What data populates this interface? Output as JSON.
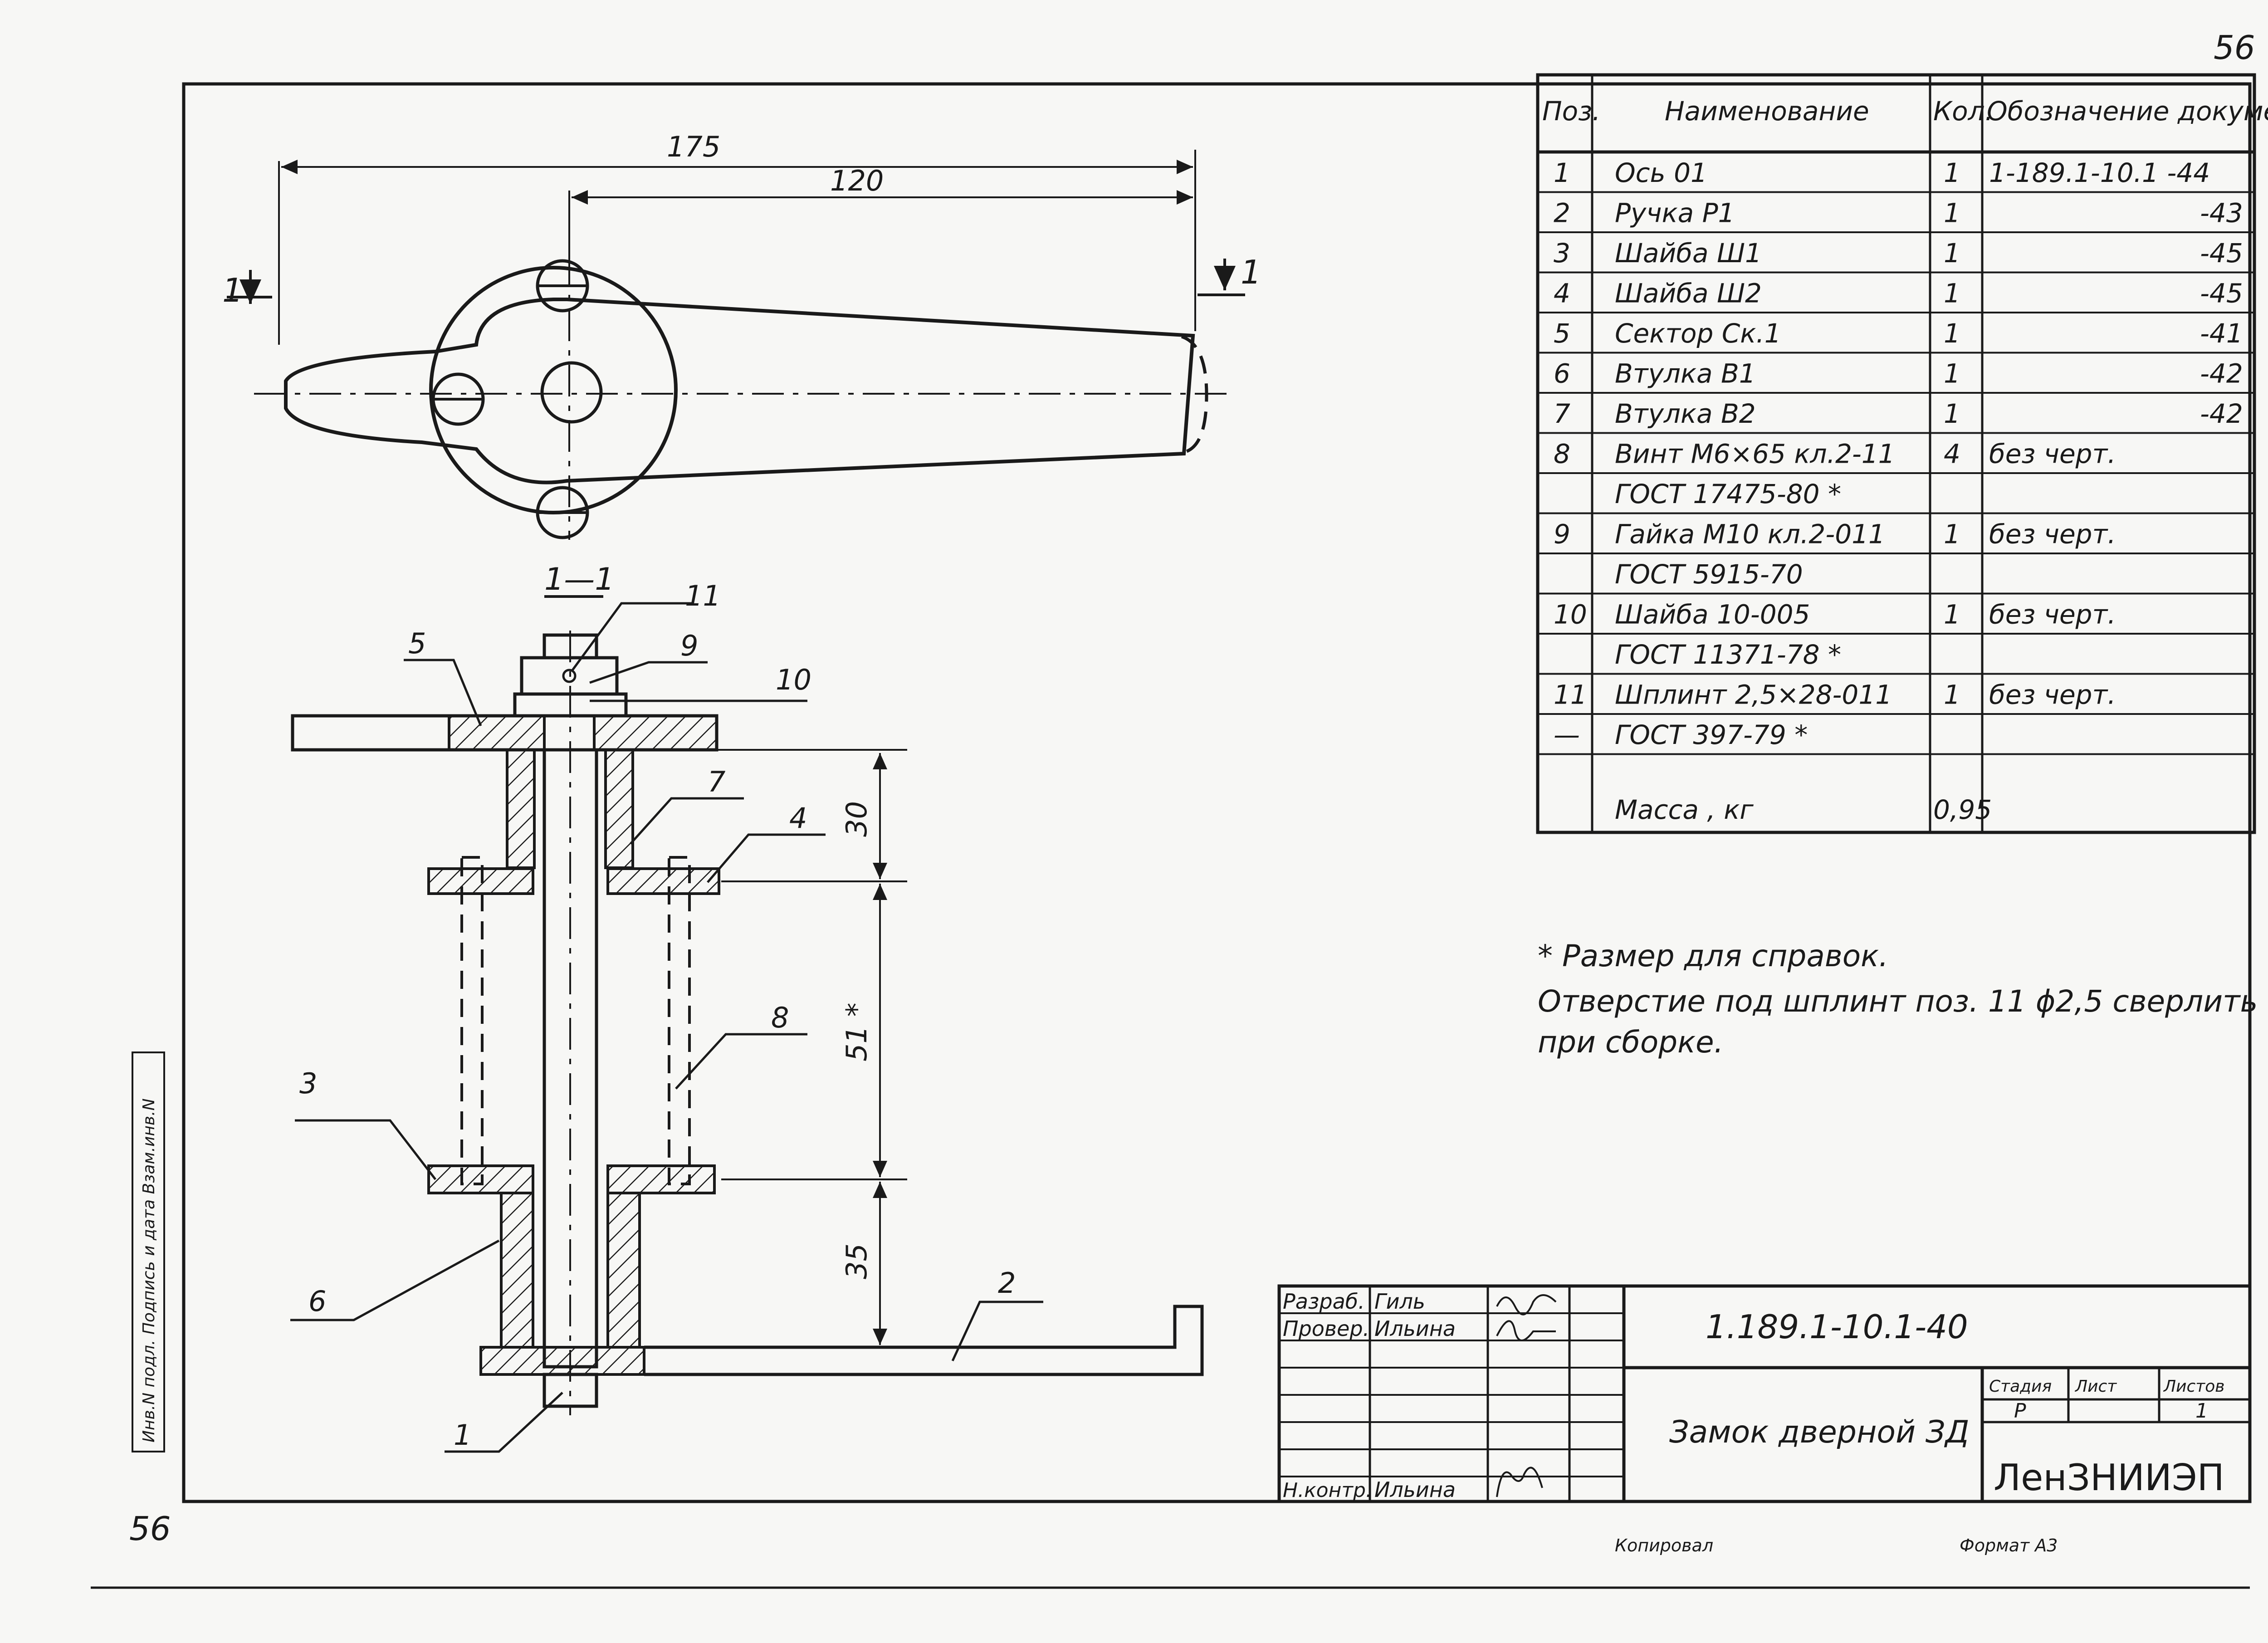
{
  "sheet": {
    "page_number_top": "56",
    "page_number_bottom": "56",
    "binding_strip": "Инв.N подл. Подпись и дата Взам.инв.N",
    "footer_left": "Копировал",
    "footer_right": "Формат А3"
  },
  "drawing": {
    "dim_175": "175",
    "dim_120": "120",
    "dim_30": "30",
    "dim_51": "51 *",
    "dim_35": "35",
    "section_mark_left": "1",
    "section_mark_right": "1",
    "section_title": "1—1",
    "callouts": [
      "1",
      "2",
      "3",
      "4",
      "5",
      "6",
      "7",
      "8",
      "9",
      "10",
      "11"
    ]
  },
  "spec_table": {
    "headers": [
      "Поз.",
      "Наименование",
      "Кол.",
      "Обозначение документа"
    ],
    "rows": [
      {
        "pos": "1",
        "name": "Ось 01",
        "qty": "1",
        "doc": "1-189.1-10.1 -44"
      },
      {
        "pos": "2",
        "name": "Ручка Р1",
        "qty": "1",
        "doc": "-43"
      },
      {
        "pos": "3",
        "name": "Шайба Ш1",
        "qty": "1",
        "doc": "-45"
      },
      {
        "pos": "4",
        "name": "Шайба Ш2",
        "qty": "1",
        "doc": "-45"
      },
      {
        "pos": "5",
        "name": "Сектор Ск.1",
        "qty": "1",
        "doc": "-41"
      },
      {
        "pos": "6",
        "name": "Втулка В1",
        "qty": "1",
        "doc": "-42"
      },
      {
        "pos": "7",
        "name": "Втулка В2",
        "qty": "1",
        "doc": "-42"
      },
      {
        "pos": "8",
        "name": "Винт М6×65 кл.2-11",
        "qty": "4",
        "doc": "без черт."
      },
      {
        "pos": "",
        "name": "ГОСТ 17475-80 *",
        "qty": "",
        "doc": ""
      },
      {
        "pos": "9",
        "name": "Гайка М10 кл.2-011",
        "qty": "1",
        "doc": "без черт."
      },
      {
        "pos": "",
        "name": "ГОСТ 5915-70",
        "qty": "",
        "doc": ""
      },
      {
        "pos": "10",
        "name": "Шайба 10-005",
        "qty": "1",
        "doc": "без черт."
      },
      {
        "pos": "",
        "name": "ГОСТ 11371-78 *",
        "qty": "",
        "doc": ""
      },
      {
        "pos": "11",
        "name": "Шплинт 2,5×28-011",
        "qty": "1",
        "doc": "без черт."
      },
      {
        "pos": "—",
        "name": "ГОСТ 397-79 *",
        "qty": "",
        "doc": ""
      }
    ],
    "mass_label": "Масса , кг",
    "mass_value": "0,95"
  },
  "notes": {
    "line1": "* Размер для справок.",
    "line2": "Отверстие под шплинт поз. 11 ϕ2,5 сверлить",
    "line3": "при сборке."
  },
  "title_block": {
    "role_dev": "Разраб.",
    "name_dev": "Гиль",
    "role_check": "Провер.",
    "name_check": "Ильина",
    "role_norm": "Н.контр.",
    "name_norm": "Ильина",
    "designation": "1.189.1-10.1-40",
    "title": "Замок дверной ЗД",
    "stage_label": "Стадия",
    "sheet_label": "Лист",
    "sheets_label": "Листов",
    "stage": "Р",
    "sheets": "1",
    "org": "ЛенЗНИИЭП"
  }
}
